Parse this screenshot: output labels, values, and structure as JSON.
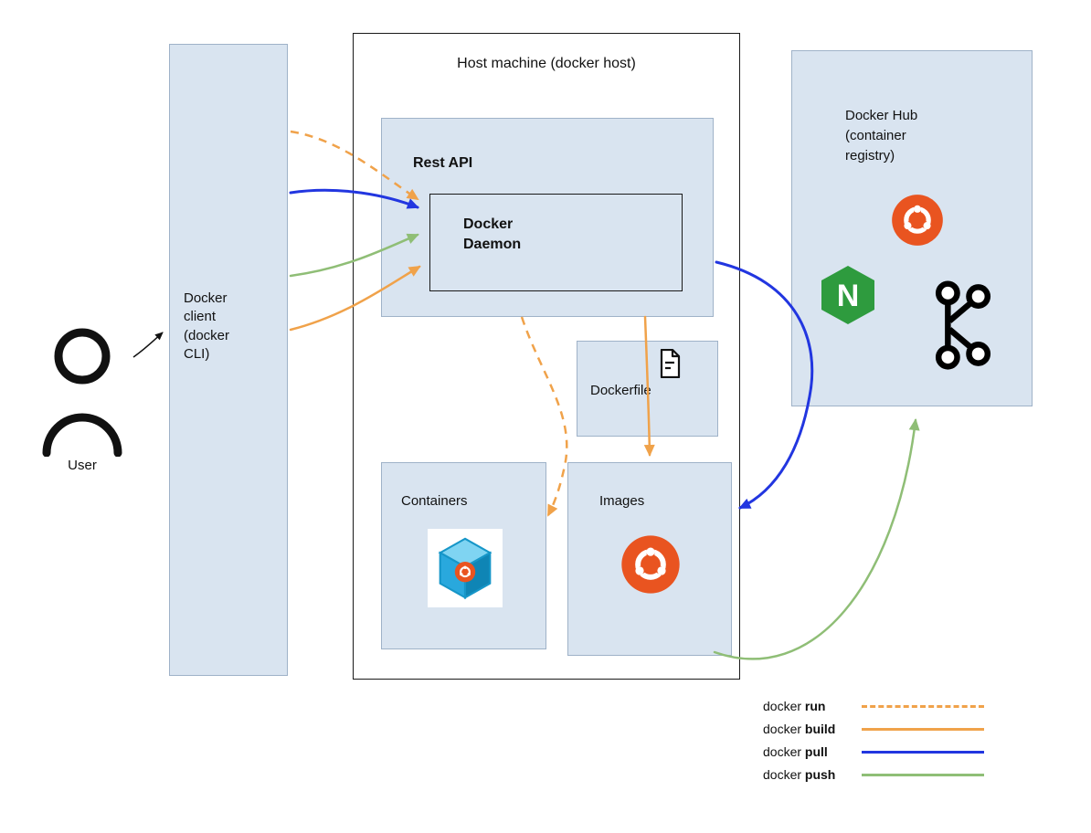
{
  "colors": {
    "box_fill": "#d9e4f0",
    "box_border": "#9fb2c8",
    "outline": "#1a1a1a",
    "run": "#f0a24a",
    "build": "#f0a24a",
    "pull": "#2236e0",
    "push": "#8fbe76",
    "ubuntu": "#e95420",
    "nginx": "#2e9b3e",
    "kafka": "#000000",
    "cube_light": "#7fd4f2",
    "cube_mid": "#29a8dd",
    "cube_dark": "#0f85b5"
  },
  "nodes": {
    "user": {
      "label": "User"
    },
    "client": {
      "title": "Docker client",
      "subtitle": "(docker CLI)"
    },
    "host": {
      "title": "Host machine (docker host)"
    },
    "rest_api": {
      "title": "Rest API"
    },
    "daemon": {
      "title": "Docker Daemon"
    },
    "dockerfile": {
      "title": "Dockerfile"
    },
    "containers": {
      "title": "Containers"
    },
    "images": {
      "title": "Images"
    },
    "hub": {
      "title": "Docker Hub (container registry)"
    }
  },
  "icons": {
    "nginx_letter": "N"
  },
  "legend": {
    "items": [
      {
        "prefix": "docker ",
        "verb": "run",
        "style": "dashed",
        "color_key": "run"
      },
      {
        "prefix": "docker ",
        "verb": "build",
        "style": "solid",
        "color_key": "build"
      },
      {
        "prefix": "docker ",
        "verb": "pull",
        "style": "solid",
        "color_key": "pull"
      },
      {
        "prefix": "docker ",
        "verb": "push",
        "style": "solid",
        "color_key": "push"
      }
    ]
  }
}
